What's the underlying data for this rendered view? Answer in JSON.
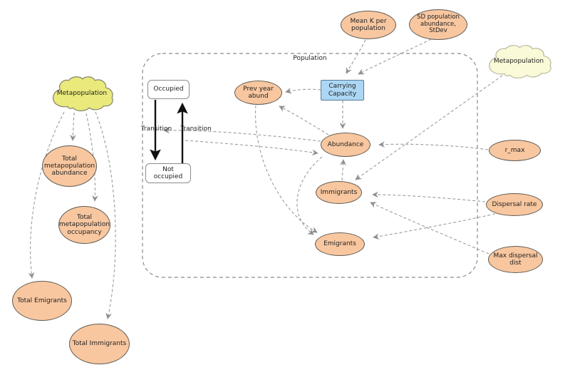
{
  "diagram": {
    "population_label": "Population",
    "transition_label_left": "Transition",
    "transition_label_right": "Transition"
  },
  "nodes": {
    "mean_k": {
      "label": "Mean K per population",
      "type": "ellipse"
    },
    "sd_population": {
      "label": "SD population abundance, StDev",
      "type": "ellipse"
    },
    "carrying_capacity": {
      "label": "Carrying Capacity",
      "type": "rect-blue"
    },
    "prev_year_abund": {
      "label": "Prev year abund",
      "type": "ellipse"
    },
    "abundance": {
      "label": "Abundance",
      "type": "ellipse"
    },
    "immigrants": {
      "label": "Immigrants",
      "type": "ellipse"
    },
    "emigrants": {
      "label": "Emigrants",
      "type": "ellipse"
    },
    "occupied": {
      "label": "Occupied",
      "type": "state-box"
    },
    "not_occupied": {
      "label": "Not occupied",
      "type": "state-box"
    },
    "metapopulation_right": {
      "label": "Metapopulation",
      "type": "cloud"
    },
    "r_max": {
      "label": "r_max",
      "type": "ellipse"
    },
    "dispersal_rate": {
      "label": "Dispersal rate",
      "type": "ellipse"
    },
    "max_dispersal_dist": {
      "label": "Max dispersal dist",
      "type": "ellipse"
    },
    "metapopulation_left": {
      "label": "Metapopulation",
      "type": "cloud"
    },
    "total_metapopulation_abundance": {
      "label": "Total metapopulation abundance",
      "type": "ellipse"
    },
    "total_metapopulation_occupancy": {
      "label": "Total metapopulation occupancy",
      "type": "ellipse"
    },
    "total_emigrants": {
      "label": "Total Emigrants",
      "type": "ellipse"
    },
    "total_immigrants": {
      "label": "Total Immigrants",
      "type": "ellipse"
    }
  },
  "connections": [
    {
      "from": "mean_k",
      "to": "carrying_capacity",
      "style": "dashed"
    },
    {
      "from": "sd_population",
      "to": "carrying_capacity",
      "style": "dashed"
    },
    {
      "from": "carrying_capacity",
      "to": "prev_year_abund",
      "style": "dashed"
    },
    {
      "from": "carrying_capacity",
      "to": "abundance",
      "style": "dashed"
    },
    {
      "from": "abundance",
      "to": "prev_year_abund",
      "style": "dashed"
    },
    {
      "from": "prev_year_abund",
      "to": "emigrants",
      "style": "dashed"
    },
    {
      "from": "abundance",
      "to": "emigrants",
      "style": "dashed"
    },
    {
      "from": "immigrants",
      "to": "abundance",
      "style": "dashed"
    },
    {
      "from": "r_max",
      "to": "abundance",
      "style": "dashed"
    },
    {
      "from": "dispersal_rate",
      "to": "immigrants",
      "style": "dashed"
    },
    {
      "from": "max_dispersal_dist",
      "to": "immigrants",
      "style": "dashed"
    },
    {
      "from": "dispersal_rate",
      "to": "emigrants",
      "style": "dashed"
    },
    {
      "from": "metapopulation_right",
      "to": "immigrants",
      "style": "dashed"
    },
    {
      "from": "abundance",
      "to": "transition_left",
      "style": "dashed"
    },
    {
      "from": "transition_right",
      "to": "abundance",
      "style": "dashed"
    },
    {
      "from": "metapopulation_left",
      "to": "total_metapopulation_abundance",
      "style": "dashed"
    },
    {
      "from": "metapopulation_left",
      "to": "total_metapopulation_occupancy",
      "style": "dashed"
    },
    {
      "from": "metapopulation_left",
      "to": "total_emigrants",
      "style": "dashed"
    },
    {
      "from": "metapopulation_left",
      "to": "total_immigrants",
      "style": "dashed"
    },
    {
      "from": "occupied",
      "to": "not_occupied",
      "style": "solid-transition"
    },
    {
      "from": "not_occupied",
      "to": "occupied",
      "style": "solid-transition"
    }
  ],
  "colors": {
    "node_fill": "#F8C7A0",
    "node_border": "#5f5a52",
    "carrying_capacity_fill": "#ABD7F4",
    "cloud_left_fill": "#E9E97C",
    "cloud_right_fill": "#FAFAD8",
    "edge_dashed": "#9b9b9b",
    "edge_solid": "#111111",
    "background": "#ffffff"
  }
}
